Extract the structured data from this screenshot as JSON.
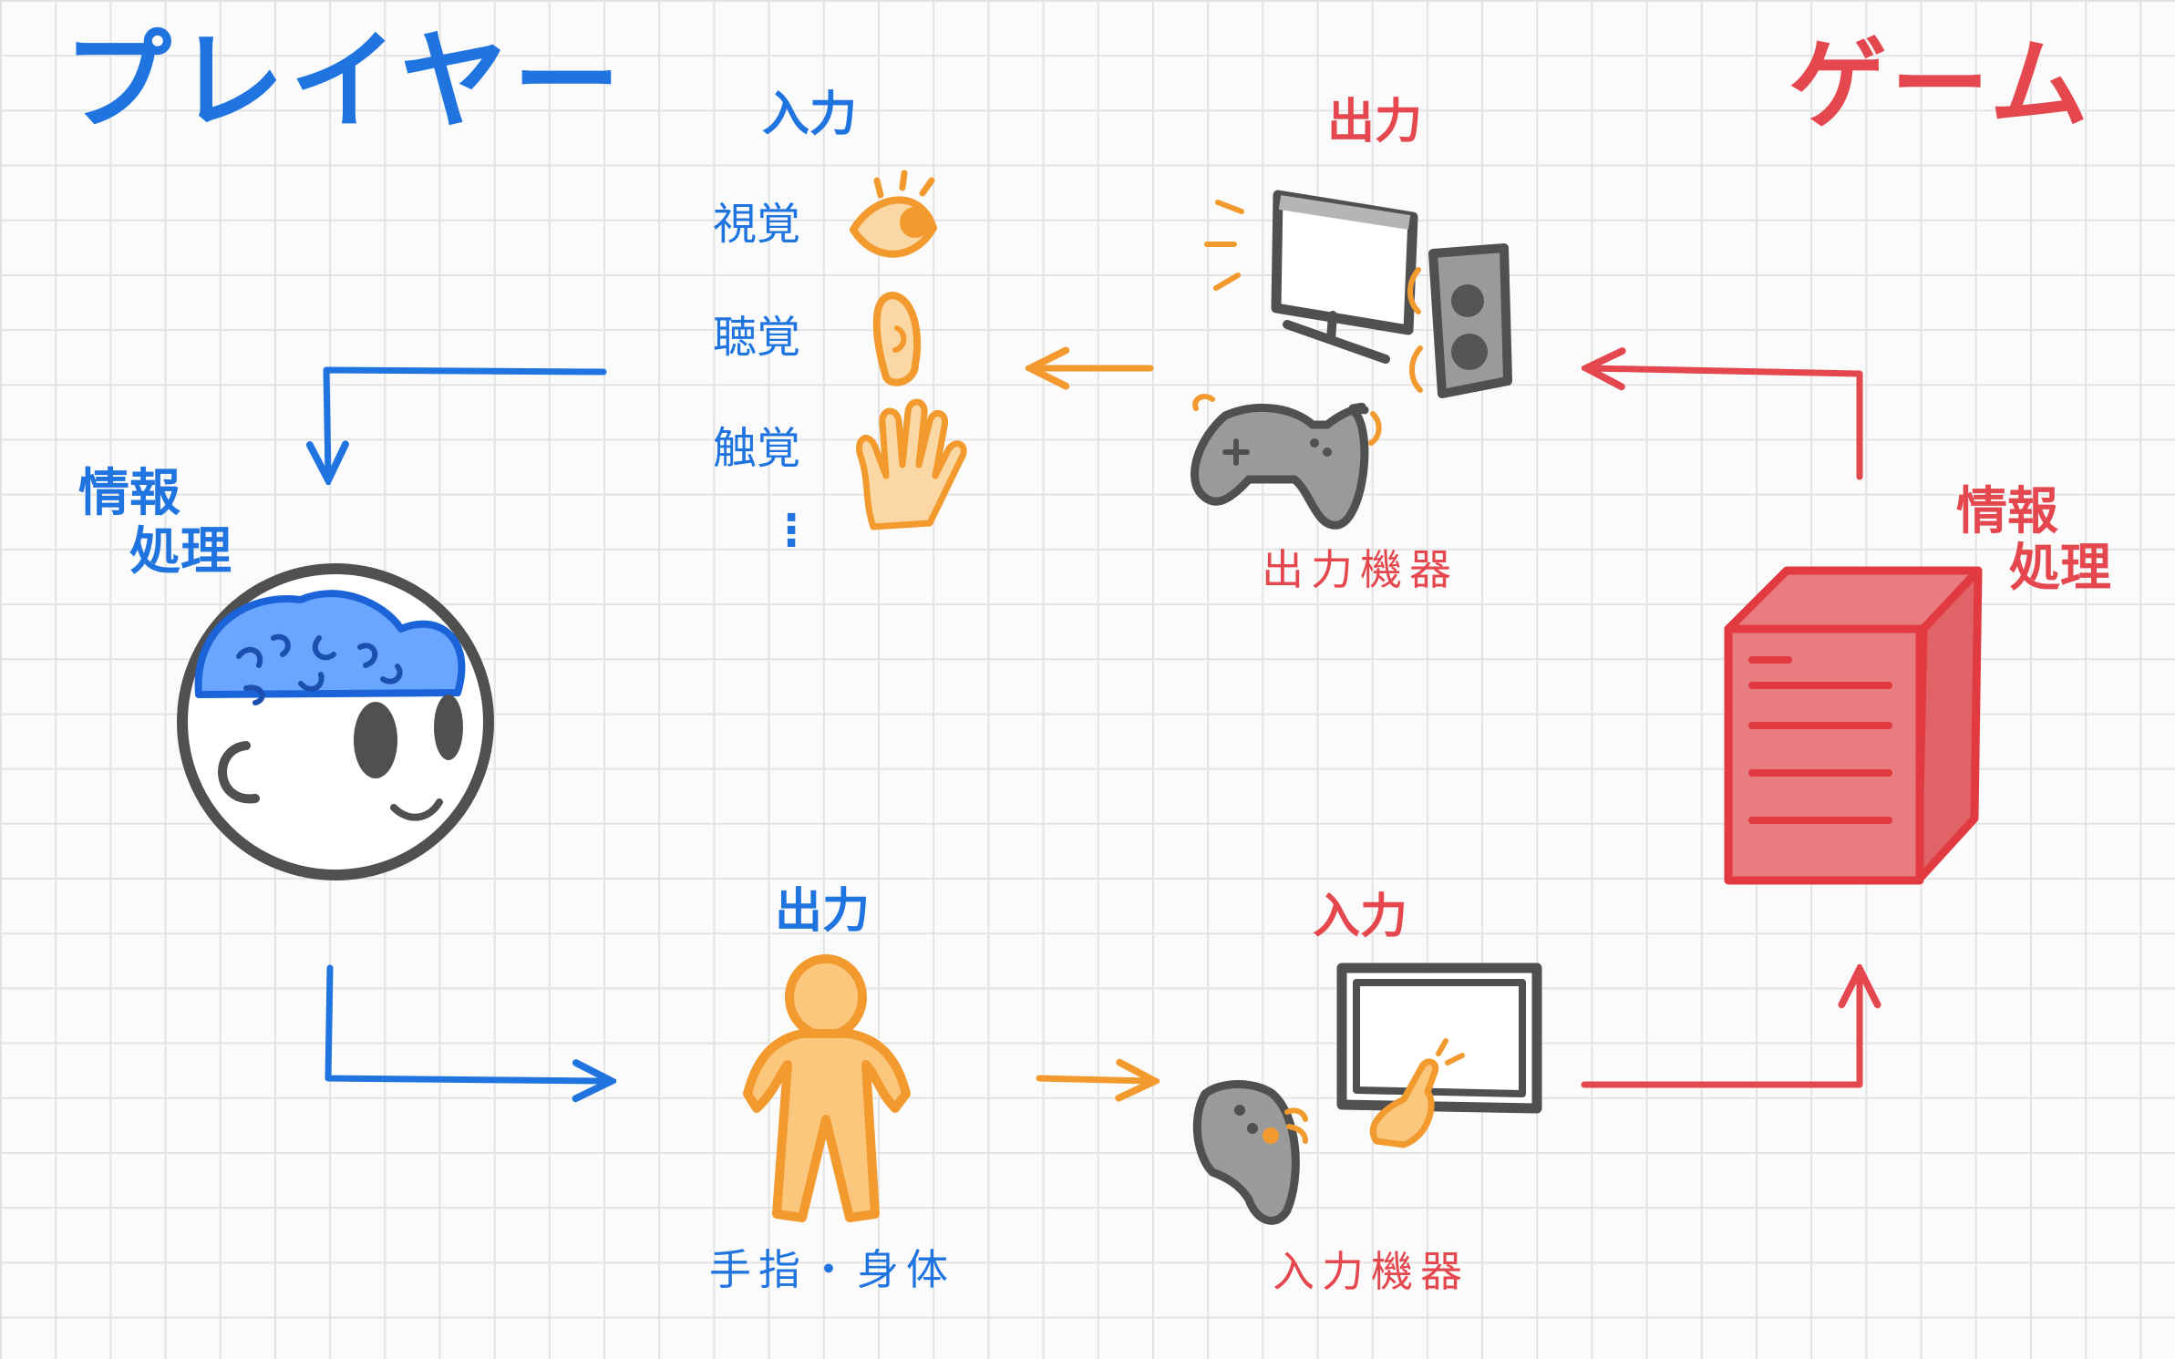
{
  "player": {
    "title": "プレイヤー",
    "processing_line1": "情報",
    "processing_line2": "処理"
  },
  "game": {
    "title": "ゲーム",
    "processing_line1": "情報",
    "processing_line2": "処理"
  },
  "player_input": {
    "header": "入力",
    "senses": [
      {
        "label": "視覚",
        "icon": "eye-icon"
      },
      {
        "label": "聴覚",
        "icon": "ear-icon"
      },
      {
        "label": "触覚",
        "icon": "hand-icon"
      }
    ],
    "ellipsis": "⋮"
  },
  "player_output": {
    "header": "出力",
    "caption": "手指・身体",
    "icon": "person-icon"
  },
  "game_output": {
    "header": "出力",
    "caption": "出力機器",
    "icons": [
      "monitor-icon",
      "speaker-icon",
      "gamepad-icon"
    ]
  },
  "game_input": {
    "header": "入力",
    "caption": "入力機器",
    "icons": [
      "gamepad-icon",
      "touchscreen-icon"
    ]
  },
  "colors": {
    "player": "#1f74e0",
    "game": "#e4474d",
    "interface": "#f29a2e",
    "device": "#555555",
    "grid": "#e3e3e3"
  }
}
